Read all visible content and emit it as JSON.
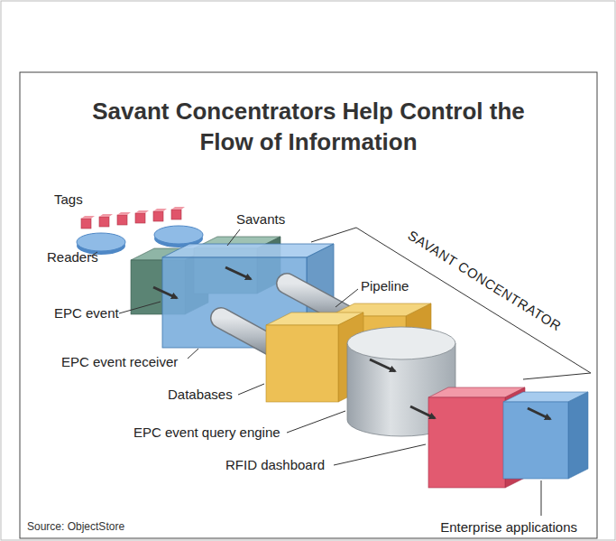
{
  "diagram": {
    "title": "Savant Concentrators Help Control the Flow of Information",
    "caption": "Source: ObjectStore",
    "labels": [
      "Tags",
      "Savants",
      "Readers",
      "SAVANT CONCENTRATOR",
      "Pipeline",
      "EPC event",
      "EPC event receiver",
      "Databases",
      "EPC event query engine",
      "RFID dashboard",
      "Enterprise applications"
    ]
  }
}
